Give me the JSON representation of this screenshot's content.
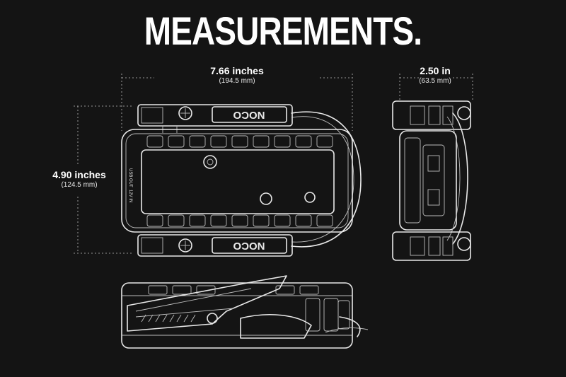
{
  "title": "MEASUREMENTS.",
  "dimensions": {
    "width": {
      "imperial": "7.66 inches",
      "metric": "(194.5 mm)"
    },
    "depth": {
      "imperial": "2.50 in",
      "metric": "(63.5 mm)"
    },
    "height": {
      "imperial": "4.90 inches",
      "metric": "(124.5 mm)"
    }
  },
  "brand_mark": "NOCO",
  "device_labels": {
    "port_label_a": "USB OUT",
    "port_label_b": "12V IN"
  },
  "colors": {
    "background": "#141414",
    "line": "#e8e8e8",
    "text": "#ffffff"
  }
}
